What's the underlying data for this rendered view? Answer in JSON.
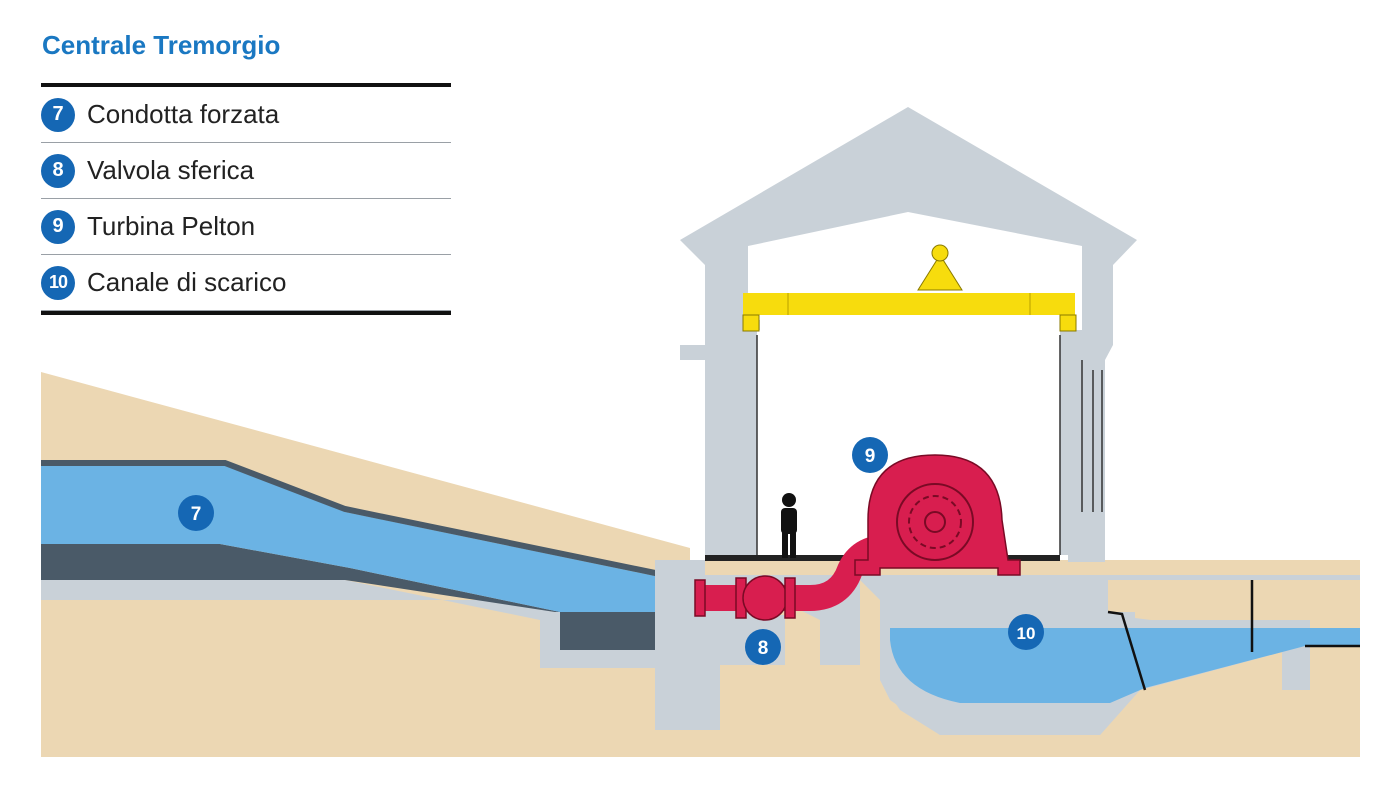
{
  "title": "Centrale Tremorgio",
  "legend": [
    {
      "number": "7",
      "label": "Condotta forzata"
    },
    {
      "number": "8",
      "label": "Valvola sferica"
    },
    {
      "number": "9",
      "label": "Turbina Pelton"
    },
    {
      "number": "10",
      "label": "Canale di scarico"
    }
  ],
  "markers": {
    "penstock": "7",
    "valve": "8",
    "turbine": "9",
    "tailrace": "10"
  },
  "colors": {
    "title": "#1a78c2",
    "badge": "#1567b4",
    "ground": "#ecd7b3",
    "concrete": "#c9d1d8",
    "water": "#6bb3e4",
    "penstock_floor": "#4a5a68",
    "turbine": "#d81e4f",
    "crane": "#f7dc0d"
  },
  "icons": [
    "person-silhouette",
    "crane-hook",
    "pelton-wheel"
  ]
}
